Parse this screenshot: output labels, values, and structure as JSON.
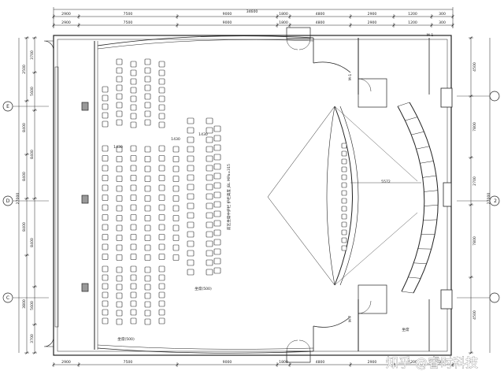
{
  "top_dims_outer": [
    "2900",
    "7500",
    "9000",
    "1800",
    "4800",
    "2900",
    "1200",
    "300"
  ],
  "top_dims_inner": [
    "2900",
    "7500",
    "9000",
    "1800",
    "4800",
    "2900",
    "1200",
    "300"
  ],
  "top_total": "34600",
  "bottom_dims": [
    "2900",
    "7500",
    "9000",
    "1800",
    "4800",
    "2900",
    "1200",
    "300"
  ],
  "left_dims_outer": [
    "3700",
    "5600",
    "8400",
    "8400",
    "5600",
    "3700"
  ],
  "left_dims_inner": [
    "2500",
    "8400",
    "8400",
    "8400",
    "3800"
  ],
  "left_total": "27000",
  "right_dims": [
    "4500",
    "7800",
    "2700",
    "7800",
    "4500"
  ],
  "right_total": "27000",
  "axes_left": [
    "E",
    "D",
    "C"
  ],
  "axes_right": [],
  "door_labels": [
    "M-1",
    "M-1",
    "M-7",
    "M-7"
  ],
  "seat_labels": [
    "1430",
    "1430",
    "1430",
    "5572"
  ],
  "area_labels": [
    "坐席(500)",
    "坐席(500)",
    "坐席"
  ],
  "note": "前区坐席中护栏 护栏高度  JBL  MPa=315",
  "watermark": "知乎 @睿时科技"
}
